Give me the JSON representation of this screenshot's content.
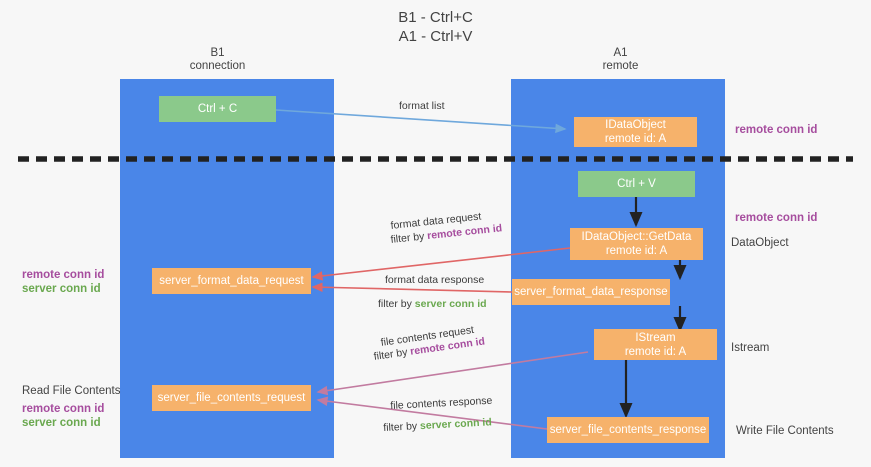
{
  "title": {
    "line1": "B1 - Ctrl+C",
    "line2": "A1 - Ctrl+V"
  },
  "lanes": [
    {
      "name": "b1",
      "title_line1": "B1",
      "title_line2": "connection",
      "color": "#4a86e8"
    },
    {
      "name": "a1",
      "title_line1": "A1",
      "title_line2": "remote",
      "color": "#4a86e8"
    }
  ],
  "nodes": {
    "ctrl_c": {
      "label": "Ctrl + C",
      "color": "#8bc98b"
    },
    "ctrl_v": {
      "label": "Ctrl + V",
      "color": "#8bc98b"
    },
    "idataobject": {
      "line1": "IDataObject",
      "line2": "remote id: A",
      "color": "#f6b26b"
    },
    "getdata": {
      "line1": "IDataObject::GetData",
      "line2": "remote id: A",
      "color": "#f6b26b"
    },
    "istream": {
      "line1": "IStream",
      "line2": "remote id: A",
      "color": "#f6b26b"
    },
    "server_format_data_request": {
      "label": "server_format_data_request",
      "color": "#f6b26b"
    },
    "server_format_data_response": {
      "label": "server_format_data_response",
      "color": "#f6b26b"
    },
    "server_file_contents_request": {
      "label": "server_file_contents_request",
      "color": "#f6b26b"
    },
    "server_file_contents_response": {
      "label": "server_file_contents_response",
      "color": "#f6b26b"
    }
  },
  "edge_labels": {
    "format_list": "format list",
    "format_data_request": "format data request",
    "format_data_request_filter_prefix": "filter by ",
    "format_data_request_filter_value": "remote conn id",
    "format_data_response": "format data response",
    "format_data_response_filter_prefix": "filter by ",
    "format_data_response_filter_value": "server conn id",
    "file_contents_request": "file contents request",
    "file_contents_request_filter_prefix": "filter by ",
    "file_contents_request_filter_value": "remote conn id",
    "file_contents_response": "file contents response",
    "file_contents_response_filter_prefix": "filter by ",
    "file_contents_response_filter_value": "server conn id"
  },
  "annotations": {
    "right_remote_conn_id_top": "remote conn id",
    "right_remote_conn_id_mid": "remote conn id",
    "right_dataobject": "DataObject",
    "right_istream": "Istream",
    "right_write_file_contents": "Write File Contents",
    "left_remote_conn_id_mid": "remote conn id",
    "left_server_conn_id_mid": "server conn id",
    "left_read_file_contents": "Read File Contents",
    "left_remote_conn_id_bottom": "remote conn id",
    "left_server_conn_id_bottom": "server conn id"
  },
  "colors": {
    "lane": "#4a86e8",
    "orange": "#f6b26b",
    "green": "#8bc98b",
    "purple": "#a64d9e",
    "green_text": "#6aa84f",
    "blue_arrow": "#6fa8dc",
    "red_arrow": "#e06666",
    "magenta_arrow": "#c27ba0",
    "dark_arrow": "#222222",
    "background": "#f7f7f7"
  }
}
